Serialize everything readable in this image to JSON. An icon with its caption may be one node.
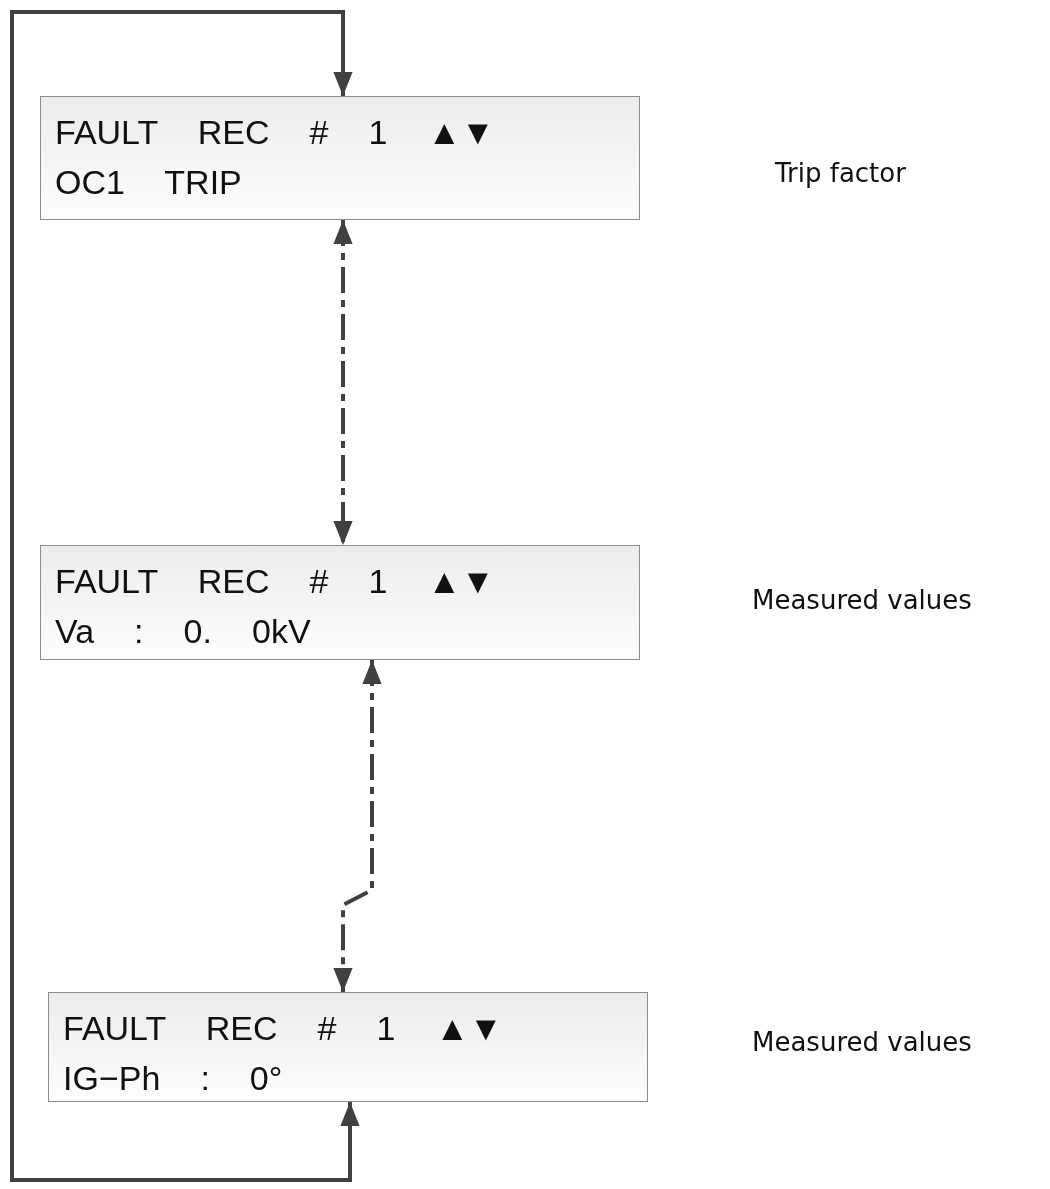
{
  "diagram": {
    "nodes": [
      {
        "text": [
          "FAULT REC # 1 ▲▼",
          "OC1 TRIP"
        ]
      },
      {
        "text": [
          "FAULT REC # 1 ▲▼",
          "Va : 0. 0kV"
        ]
      },
      {
        "text": [
          "FAULT REC # 1 ▲▼",
          "IG−Ph : 0°"
        ]
      }
    ],
    "edges": [
      {
        "from": 0,
        "to": 1,
        "arrow": "both",
        "style": "dashed"
      },
      {
        "from": 1,
        "to": 2,
        "arrow": "both",
        "style": "dashed"
      },
      {
        "from": 2,
        "to": 0,
        "arrow": "both"
      }
    ],
    "labels": [
      "Trip factor",
      "Measured values",
      "Measured values"
    ]
  }
}
